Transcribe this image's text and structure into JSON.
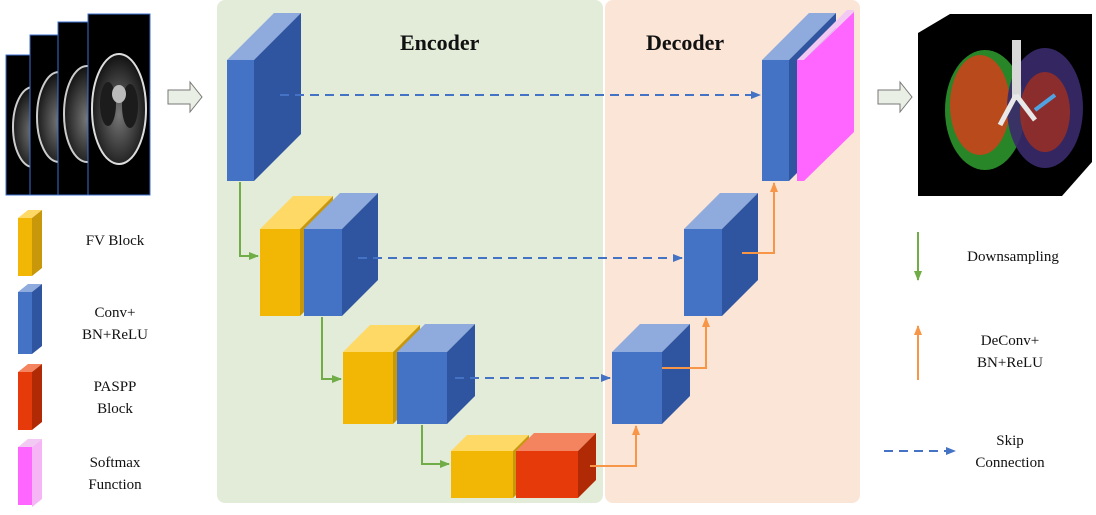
{
  "panels": {
    "encoder_title": "Encoder",
    "decoder_title": "Decoder"
  },
  "legend": {
    "fv_block": "FV Block",
    "conv_bn_relu": "Conv+\nBN+ReLU",
    "paspp_block": "PASPP\nBlock",
    "softmax": "Softmax\nFunction",
    "downsampling": "Downsampling",
    "deconv": "DeConv+\nBN+ReLU",
    "skip": "Skip\nConnection"
  },
  "colors": {
    "encoder_bg": "#e2ecd9",
    "decoder_bg": "#fbe5d6",
    "conv_front": "#4472c4",
    "conv_top": "#8faadc",
    "conv_side": "#2f55a0",
    "fv_front": "#f2b705",
    "fv_top": "#ffd966",
    "fv_side": "#c9970a",
    "paspp_front": "#e63a0a",
    "paspp_top": "#f4845f",
    "paspp_side": "#b02a05",
    "softmax_front": "#ff66ff",
    "softmax_side": "#f2c9f2",
    "downsample_arrow": "#70ad47",
    "deconv_arrow": "#f79646",
    "skip_arrow": "#4472c4",
    "big_arrow_fill": "#e9efe4"
  },
  "icons": {
    "ct_stack": "ct-scan-slices-image",
    "lung_render": "3d-lung-segmentation-render",
    "input_arrow": "hollow-right-arrow-icon",
    "output_arrow": "hollow-right-arrow-icon"
  }
}
